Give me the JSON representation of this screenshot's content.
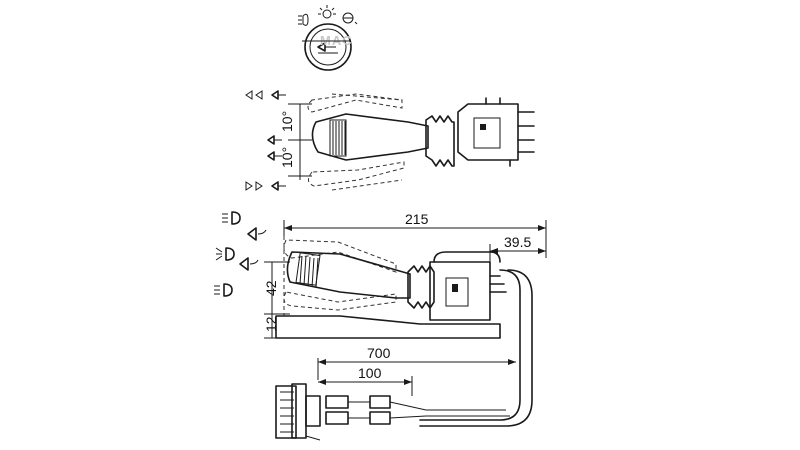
{
  "watermark": "MAC",
  "dimensions": {
    "overall_length": "215",
    "connector_offset": "39.5",
    "lever_height": "42",
    "base_height": "12",
    "cable_length": "700",
    "plug_length": "100"
  },
  "angles": {
    "upper": "10°",
    "lower": "10°"
  },
  "icons": {
    "top_dial": [
      "fog-light-icon",
      "light-icon",
      "wiper-icon"
    ],
    "top_view_symbols": [
      "turn-signal-left-icon",
      "horn-icon",
      "horn-icon",
      "turn-signal-right-icon"
    ],
    "side_view_symbols": [
      "headlight-icon",
      "horn-icon",
      "parking-light-icon",
      "horn-icon",
      "fog-light-icon"
    ]
  }
}
